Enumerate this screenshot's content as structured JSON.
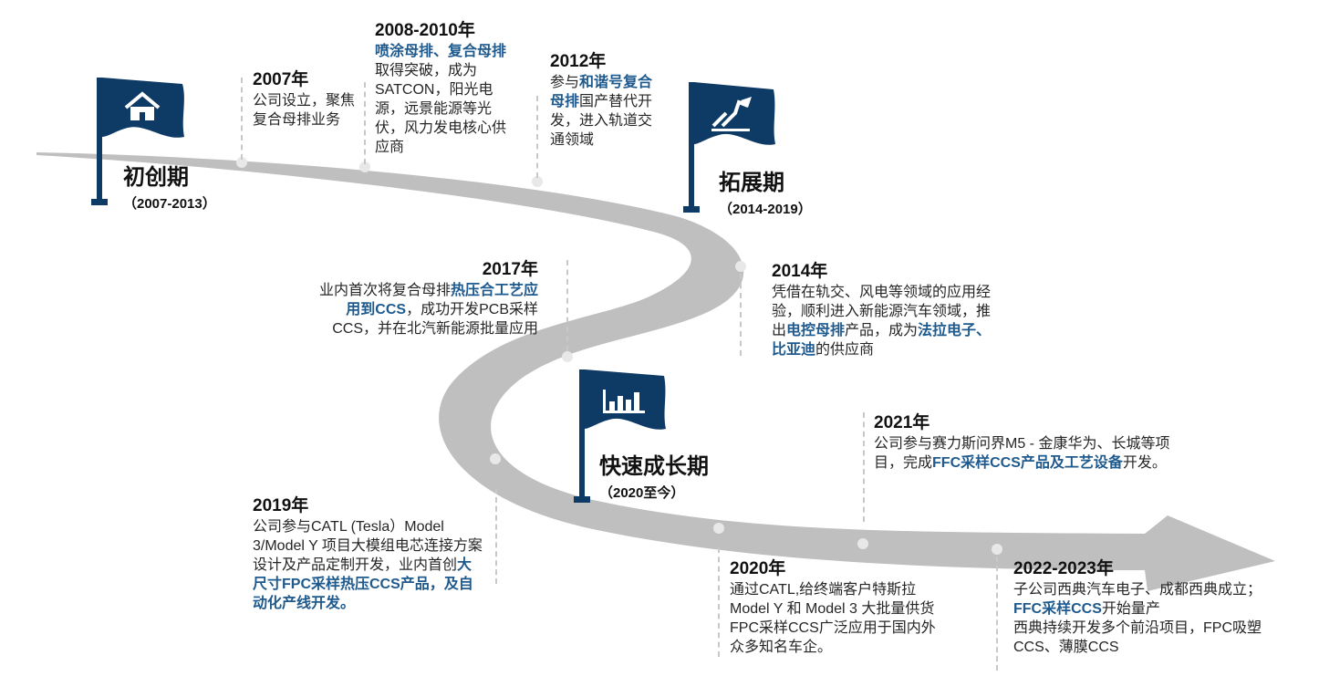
{
  "colors": {
    "flag": "#0e3a66",
    "road": "#bfbfbf",
    "highlight": "#1f5a8e"
  },
  "phases": [
    {
      "name": "初创期",
      "period": "（2007-2013）",
      "icon": "home-icon"
    },
    {
      "name": "拓展期",
      "period": "（2014-2019）",
      "icon": "growth-arrow-icon"
    },
    {
      "name": "快速成长期",
      "period": "（2020至今）",
      "icon": "bar-chart-icon"
    }
  ],
  "milestones": [
    {
      "year": "2007年",
      "segments": [
        {
          "t": "公司设立，聚焦复合母排业务"
        }
      ]
    },
    {
      "year": "2008-2010年",
      "segments": [
        {
          "t": "喷涂母排、复合母排",
          "hl": true
        },
        {
          "t": "取得突破，成为SATCON，阳光电源，远景能源等光伏，风力发电核心供应商"
        }
      ]
    },
    {
      "year": "2012年",
      "segments": [
        {
          "t": "参与"
        },
        {
          "t": "和谐号复合母排",
          "hl": true
        },
        {
          "t": "国产替代开发，进入轨道交通领域"
        }
      ]
    },
    {
      "year": "2014年",
      "segments": [
        {
          "t": "凭借在轨交、风电等领域的应用经验，顺利进入新能源汽车领域，推出"
        },
        {
          "t": "电控母排",
          "hl": true
        },
        {
          "t": "产品，成为"
        },
        {
          "t": "法拉电子、比亚迪",
          "hl": true
        },
        {
          "t": "的供应商"
        }
      ]
    },
    {
      "year": "2017年",
      "segments": [
        {
          "t": "业内首次将复合母排"
        },
        {
          "t": "热压合工艺应用到CCS",
          "hl": true
        },
        {
          "t": "，成功开发PCB采样CCS，并在北汽新能源批量应用"
        }
      ]
    },
    {
      "year": "2019年",
      "segments": [
        {
          "t": "公司参与CATL (Tesla）Model 3/Model Y 项目大模组电芯连接方案设计及产品定制开发，业内首创"
        },
        {
          "t": "大尺寸FPC采样热压CCS产品，及自动化产线开发。",
          "hl": true
        }
      ]
    },
    {
      "year": "2020年",
      "segments": [
        {
          "t": "通过CATL,给终端客户特斯拉 Model Y 和 Model 3 大批量供货"
        },
        {
          "t": "FPC采样CCS广泛应用于国内外众多知名车企。",
          "br": true
        }
      ]
    },
    {
      "year": "2021年",
      "segments": [
        {
          "t": "公司参与赛力斯问界M5 - 金康华为、长城等项目，完成"
        },
        {
          "t": "FFC采样CCS产品及工艺设备",
          "hl": true
        },
        {
          "t": "开发。"
        }
      ]
    },
    {
      "year": "2022-2023年",
      "segments": [
        {
          "t": "子公司西典汽车电子、成都西典成立；"
        },
        {
          "t": "FFC采样CCS",
          "hl": true,
          "br": true
        },
        {
          "t": "开始量产"
        },
        {
          "t": "西典持续开发多个前沿项目，FPC吸塑CCS、薄膜CCS",
          "br": true
        }
      ]
    }
  ]
}
